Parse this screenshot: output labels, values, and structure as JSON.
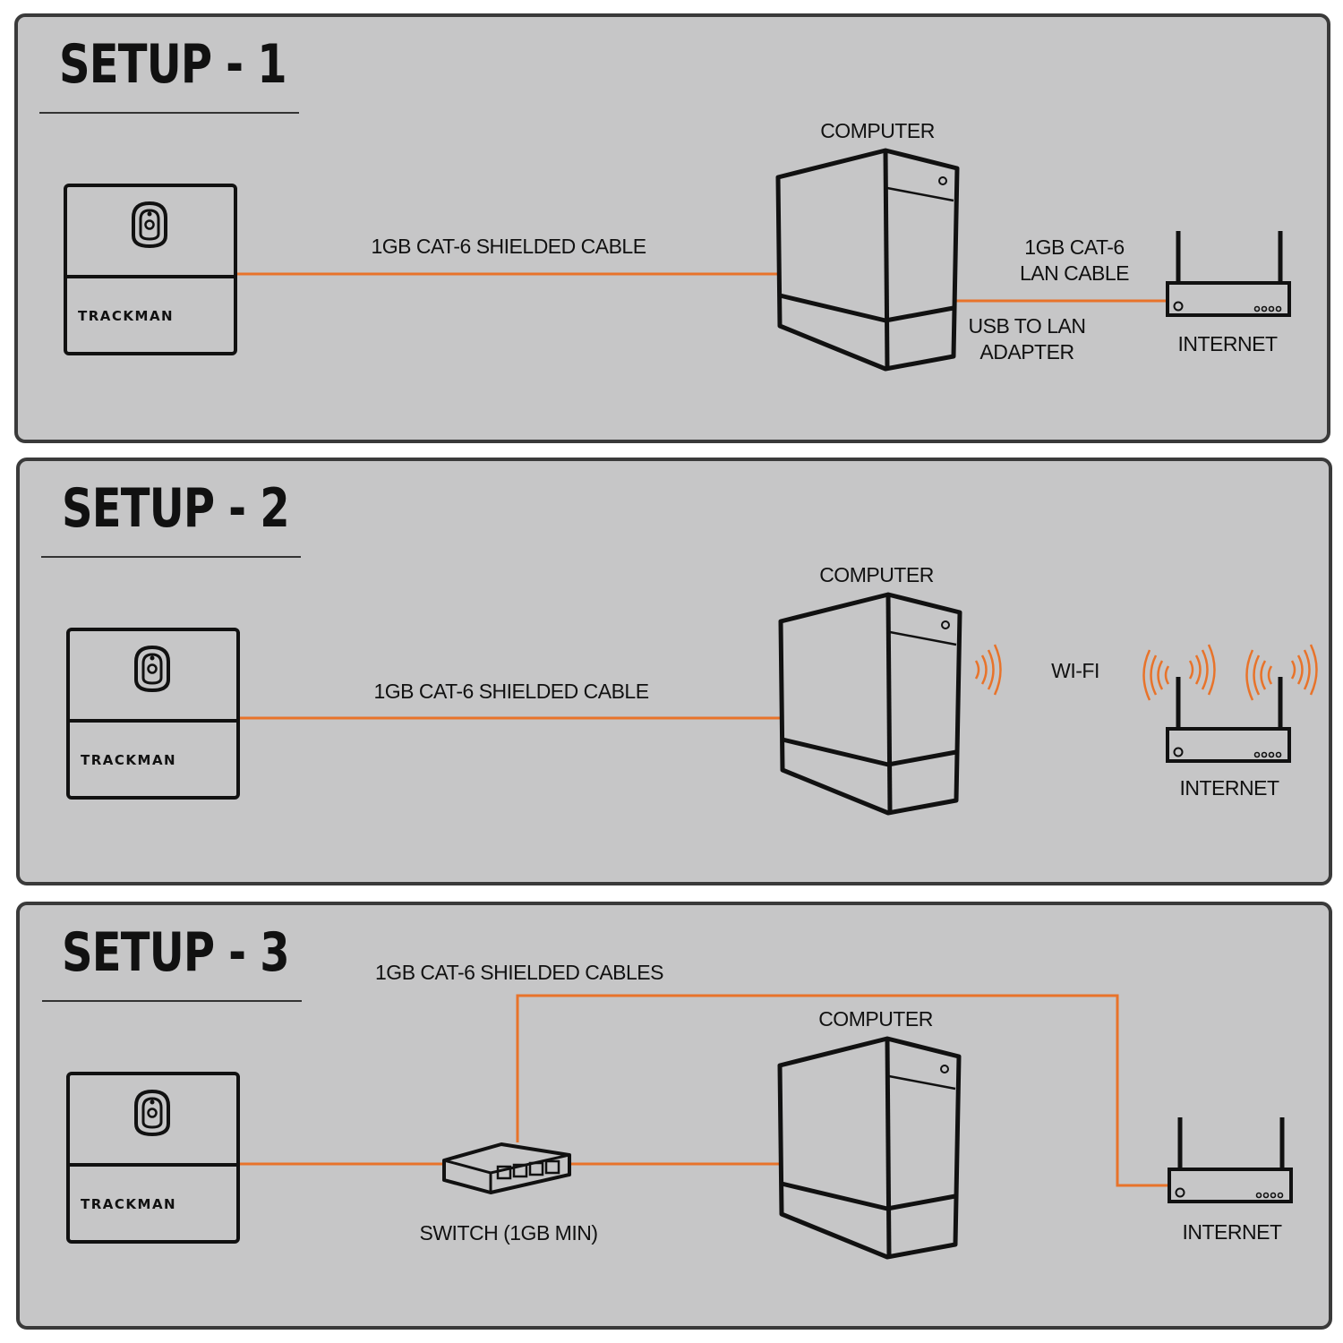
{
  "setup1": {
    "title": "SETUP - 1",
    "trackman_label": "TRACKMAN",
    "cable_label": "1GB CAT-6 SHIELDED CABLE",
    "computer_label": "COMPUTER",
    "lan_cable_label": [
      "1GB CAT-6",
      "LAN CABLE"
    ],
    "adapter_label": [
      "USB TO LAN",
      "ADAPTER"
    ],
    "internet_label": "INTERNET"
  },
  "setup2": {
    "title": "SETUP - 2",
    "trackman_label": "TRACKMAN",
    "cable_label": "1GB CAT-6 SHIELDED CABLE",
    "computer_label": "COMPUTER",
    "wifi_label": "WI-FI",
    "internet_label": "INTERNET"
  },
  "setup3": {
    "title": "SETUP - 3",
    "trackman_label": "TRACKMAN",
    "cables_label": "1GB CAT-6 SHIELDED CABLES",
    "computer_label": "COMPUTER",
    "switch_label": "SWITCH (1GB MIN)",
    "internet_label": "INTERNET"
  },
  "colors": {
    "panel_bg": "#c6c6c7",
    "panel_border": "#3a3a3a",
    "cable": "#e8732a",
    "outline": "#111111"
  }
}
